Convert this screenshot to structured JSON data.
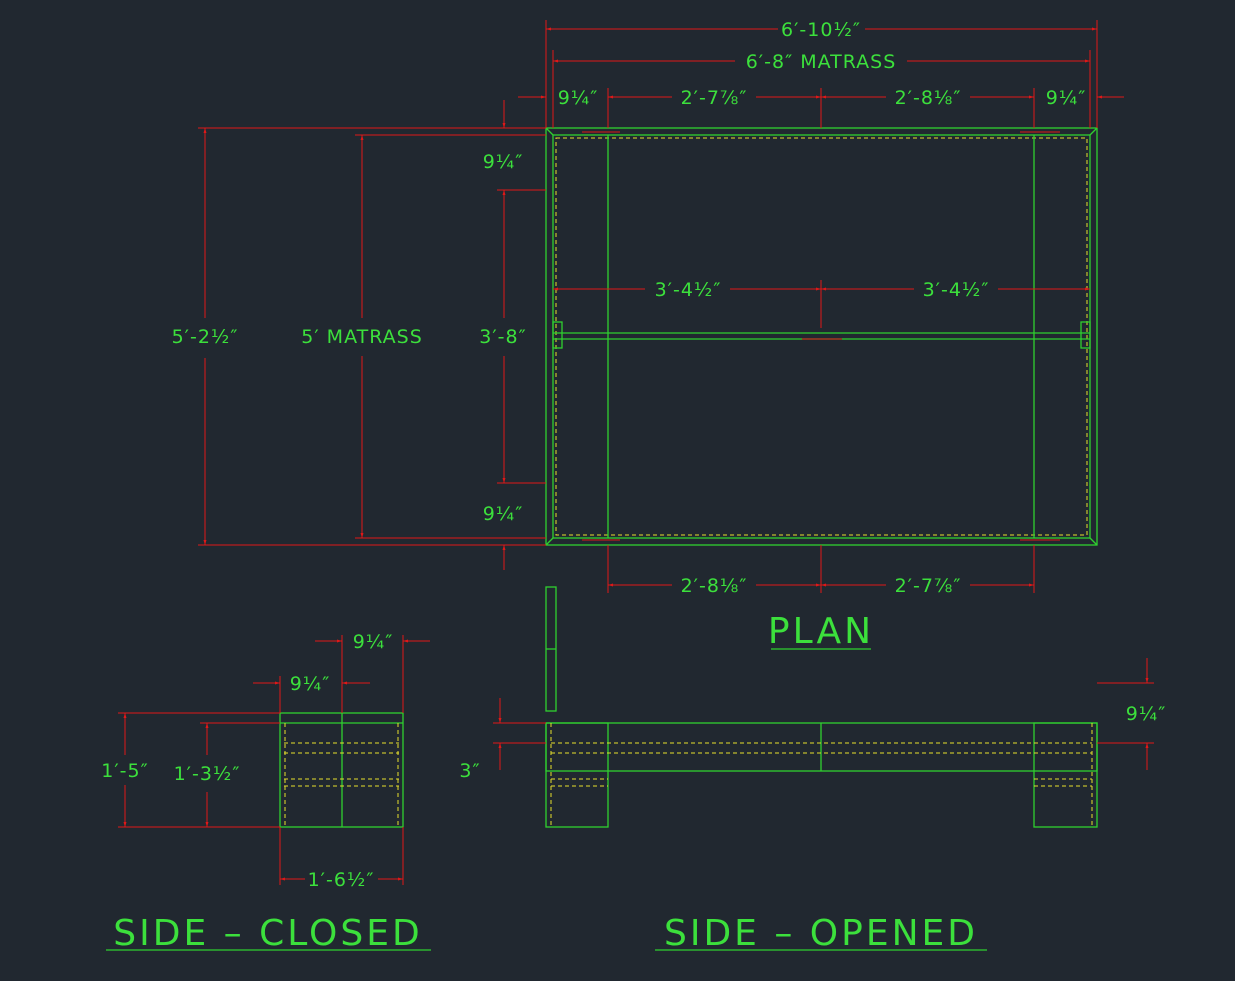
{
  "colors": {
    "background": "#212830",
    "geometry": "#2fd02f",
    "dimension": "#e01818",
    "hidden": "#e6e02c",
    "text": "#3ce03c"
  },
  "views": {
    "plan": {
      "title": "PLAN"
    },
    "side_closed": {
      "title": "SIDE – CLOSED"
    },
    "side_opened": {
      "title": "SIDE – OPENED"
    }
  },
  "dims": {
    "plan_overall_width": "6′-10½″",
    "plan_mattress_length": "6′-8″ MATRASS",
    "plan_top_left_edge": "9¼″",
    "plan_top_left_bay": "2′-7⅞″",
    "plan_top_right_bay": "2′-8⅛″",
    "plan_top_right_edge": "9¼″",
    "plan_overall_depth": "5′-2½″",
    "plan_mattress_width": "5′ MATRASS",
    "plan_inner_depth": "3′-8″",
    "plan_upper_margin": "9¼″",
    "plan_lower_margin": "9¼″",
    "plan_mid_left": "3′-4½″",
    "plan_mid_right": "3′-4½″",
    "plan_bottom_left_bay": "2′-8⅛″",
    "plan_bottom_right_bay": "2′-7⅞″",
    "closed_top_outer": "9¼″",
    "closed_top_inner": "9¼″",
    "closed_height": "1′-5″",
    "closed_inner_height": "1′-3½″",
    "closed_width": "1′-6½″",
    "opened_clearance": "3″",
    "opened_leg": "9¼″"
  }
}
